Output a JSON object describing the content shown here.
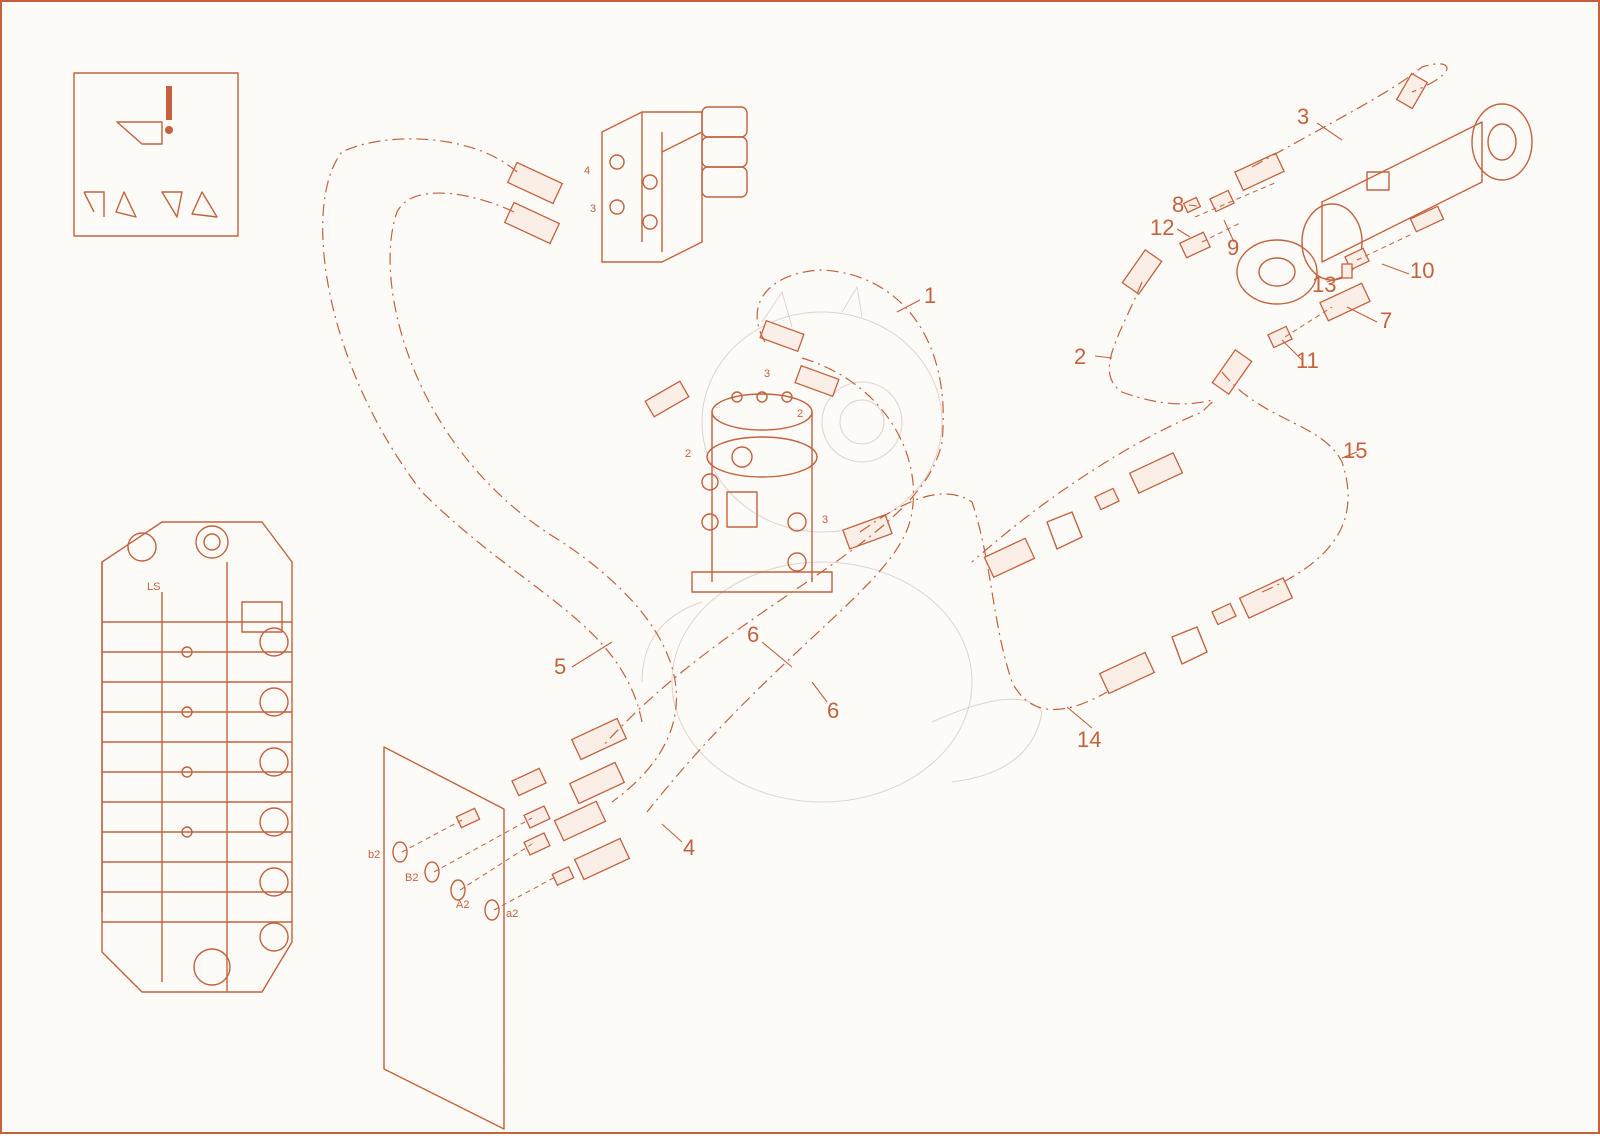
{
  "diagram": {
    "accent_color": "#c4623d",
    "background_color": "#fdfbf7",
    "icon": "bucket-warning-icon",
    "callouts": [
      "1",
      "2",
      "3",
      "4",
      "5",
      "6",
      "6",
      "7",
      "8",
      "9",
      "10",
      "11",
      "12",
      "13",
      "14",
      "15"
    ],
    "port_labels": [
      "4",
      "3",
      "3",
      "2",
      "2",
      "3",
      "LS",
      "b2",
      "B2",
      "A2",
      "a2"
    ]
  }
}
